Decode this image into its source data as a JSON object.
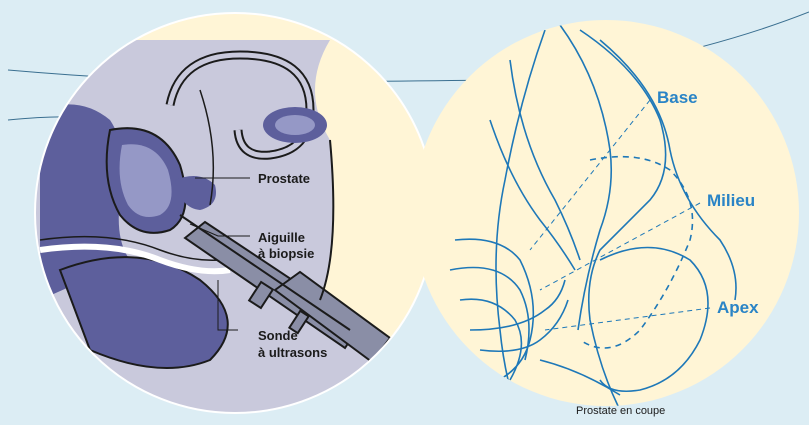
{
  "colors": {
    "background": "#dcedf4",
    "circle_fill": "#fff5d6",
    "left_tissue": "#c9c9dc",
    "left_organ_dark": "#5d5f9c",
    "left_organ_light": "#9598c6",
    "probe": "#8a8ea6",
    "right_lines": "#1e78b8",
    "right_labels": "#2a84c6"
  },
  "left_labels": {
    "prostate": "Prostate",
    "needle_line1": "Aiguille",
    "needle_line2": "à biopsie",
    "probe_line1": "Sonde",
    "probe_line2": "à ultrasons"
  },
  "right_labels": {
    "base": "Base",
    "milieu": "Milieu",
    "apex": "Apex"
  },
  "caption": "Prostate en coupe"
}
